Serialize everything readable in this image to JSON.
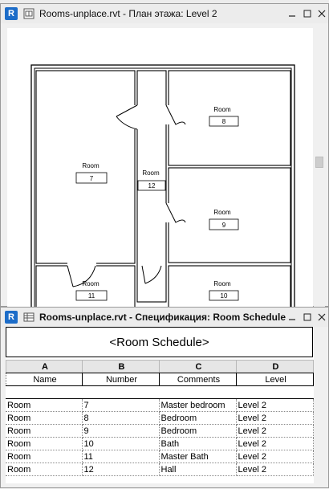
{
  "floor_window": {
    "app_badge": "R",
    "title": "Rooms-unplace.rvt - План этажа: Level 2",
    "rooms": [
      {
        "name": "Room",
        "number": "8"
      },
      {
        "name": "Room",
        "number": "7"
      },
      {
        "name": "Room",
        "number": "12"
      },
      {
        "name": "Room",
        "number": "9"
      },
      {
        "name": "Room",
        "number": "11"
      },
      {
        "name": "Room",
        "number": "10"
      }
    ]
  },
  "schedule_window": {
    "app_badge": "R",
    "title": "Rooms-unplace.rvt - Спецификация: Room Schedule",
    "schedule_title": "<Room Schedule>",
    "column_letters": [
      "A",
      "B",
      "C",
      "D"
    ],
    "column_headers": [
      "Name",
      "Number",
      "Comments",
      "Level"
    ],
    "rows": [
      {
        "name": "Room",
        "number": "7",
        "comments": "Master bedroom",
        "level": "Level 2"
      },
      {
        "name": "Room",
        "number": "8",
        "comments": "Bedroom",
        "level": "Level 2"
      },
      {
        "name": "Room",
        "number": "9",
        "comments": "Bedroom",
        "level": "Level 2"
      },
      {
        "name": "Room",
        "number": "10",
        "comments": "Bath",
        "level": "Level 2"
      },
      {
        "name": "Room",
        "number": "11",
        "comments": "Master Bath",
        "level": "Level 2"
      },
      {
        "name": "Room",
        "number": "12",
        "comments": "Hall",
        "level": "Level 2"
      }
    ]
  }
}
